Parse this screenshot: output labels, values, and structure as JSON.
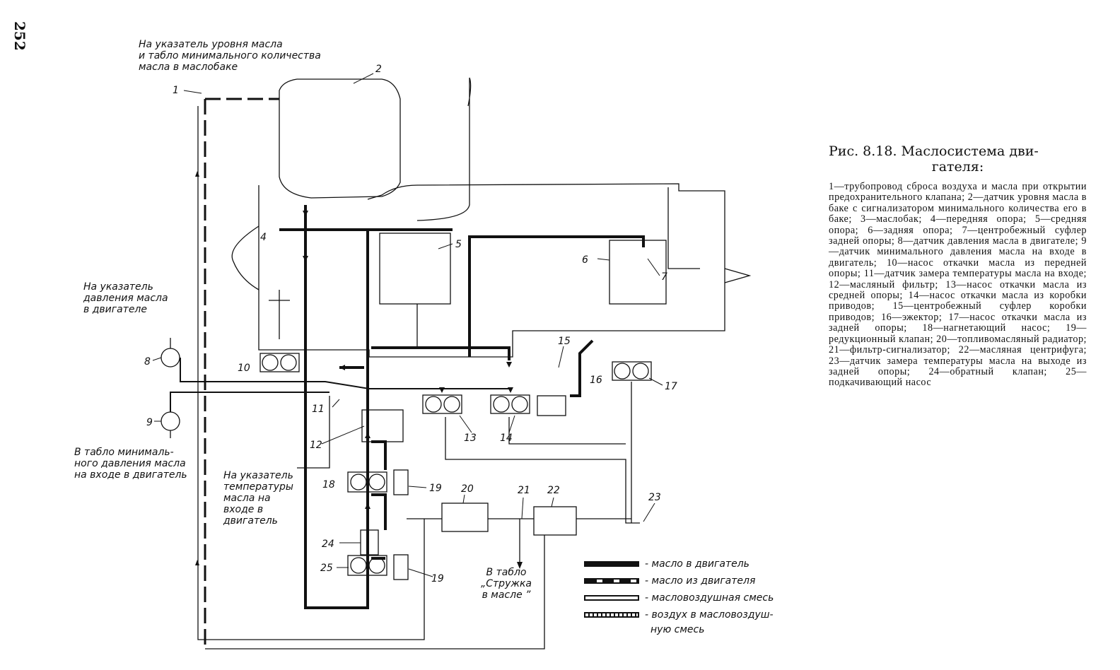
{
  "page_number": "252",
  "caption": {
    "title_line1": "Рис. 8.18. Маслосистема дви-",
    "title_line2": "гателя:",
    "body": "1—трубопровод сброса воздуха и масла при открытии предохранительного клапана; 2—датчик уровня масла в баке с сигнализатором минимального количества его в баке; 3—маслобак; 4—передняя опора; 5—средняя опора; 6—задняя опора; 7—центробежный суфлер задней опоры; 8—датчик давления масла в двигателе; 9—датчик минимального давления масла на входе в двигатель; 10—насос откачки масла из передней опоры; 11—датчик замера температуры масла на входе; 12—масляный фильтр; 13—насос откачки масла из средней опоры; 14—насос откачки масла из коробки приводов; 15—центробежный суфлер коробки приводов; 16—эжектор; 17—насос откачки масла из задней опоры; 18—нагнетающий насос; 19—редукционный клапан; 20—топливомасляный радиатор; 21—фильтр-сигнализатор; 22—масляная центрифуга; 23—датчик замера температуры масла на выходе из задней опоры; 24—обратный клапан; 25—подкачивающий насос"
  },
  "annotations": {
    "oil_level": [
      "На указатель уровня масла",
      "и табло минимального количества",
      "масла в маслобаке"
    ],
    "oil_pressure": [
      "На указатель",
      "давления масла",
      "в двигателе"
    ],
    "min_pressure": [
      "В табло минималь-",
      "ного давления масла",
      "на входе в двигатель"
    ],
    "temperature": [
      "На указатель",
      "температуры",
      "масла на",
      "входе в",
      "двигатель"
    ],
    "chips": [
      "В табло",
      "„Стружка",
      "в масле ”"
    ]
  },
  "labels": [
    "1",
    "2",
    "4",
    "5",
    "6",
    "7",
    "8",
    "9",
    "10",
    "11",
    "12",
    "13",
    "14",
    "15",
    "16",
    "17",
    "18",
    "19",
    "20",
    "21",
    "22",
    "23",
    "24",
    "25",
    "19"
  ],
  "legend": [
    {
      "style": "thick",
      "text": "- масло в двигатель"
    },
    {
      "style": "dash",
      "text": "- масло из двигателя"
    },
    {
      "style": "hollow",
      "text": "- масловоздушная смесь"
    },
    {
      "style": "dotted",
      "text": "- воздух в масловоздуш-"
    },
    {
      "style": "none",
      "text": "ную смесь"
    }
  ]
}
